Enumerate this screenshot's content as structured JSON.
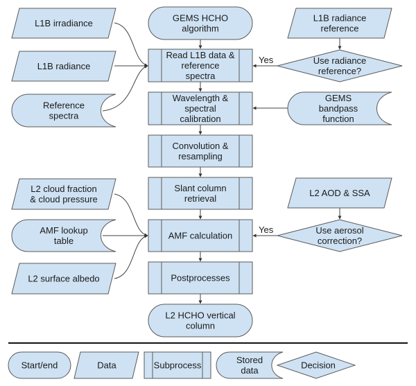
{
  "title": "GEMS HCHO algorithm flowchart",
  "colors": {
    "fill": "#cfe2f3",
    "stroke": "#595959",
    "line": "#404040"
  },
  "main": {
    "start": [
      "GEMS HCHO",
      "algorithm"
    ],
    "read": [
      "Read L1B data &",
      "reference",
      "spectra"
    ],
    "wavelength": [
      "Wavelength &",
      "spectral",
      "calibration"
    ],
    "convolution": [
      "Convolution &",
      "resampling"
    ],
    "slant": [
      "Slant column",
      "retrieval"
    ],
    "amf": [
      "AMF calculation"
    ],
    "post": [
      "Postprocesses"
    ],
    "end": [
      "L2 HCHO vertical",
      "column"
    ]
  },
  "inputs_left_top": {
    "irradiance": [
      "L1B irradiance"
    ],
    "radiance": [
      "L1B radiance"
    ],
    "reference_spectra": [
      "Reference",
      "spectra"
    ]
  },
  "inputs_left_bottom": {
    "cloud": [
      "L2 cloud fraction",
      "& cloud pressure"
    ],
    "amf_lut": [
      "AMF lookup",
      "table"
    ],
    "albedo": [
      "L2 surface albedo"
    ]
  },
  "inputs_right": {
    "radiance_reference": [
      "L1B radiance",
      "reference"
    ],
    "decision_radiance": [
      "Use radiance",
      "reference?"
    ],
    "bandpass": [
      "GEMS",
      "bandpass",
      "function"
    ],
    "aod": [
      "L2 AOD & SSA"
    ],
    "decision_aerosol": [
      "Use aerosol",
      "correction?"
    ]
  },
  "edge_labels": {
    "yes1": "Yes",
    "yes2": "Yes"
  },
  "legend": {
    "start_end": [
      "Start/end"
    ],
    "data": [
      "Data"
    ],
    "subprocess": [
      "Subprocess"
    ],
    "stored": [
      "Stored",
      "data"
    ],
    "decision": [
      "Decision"
    ]
  }
}
